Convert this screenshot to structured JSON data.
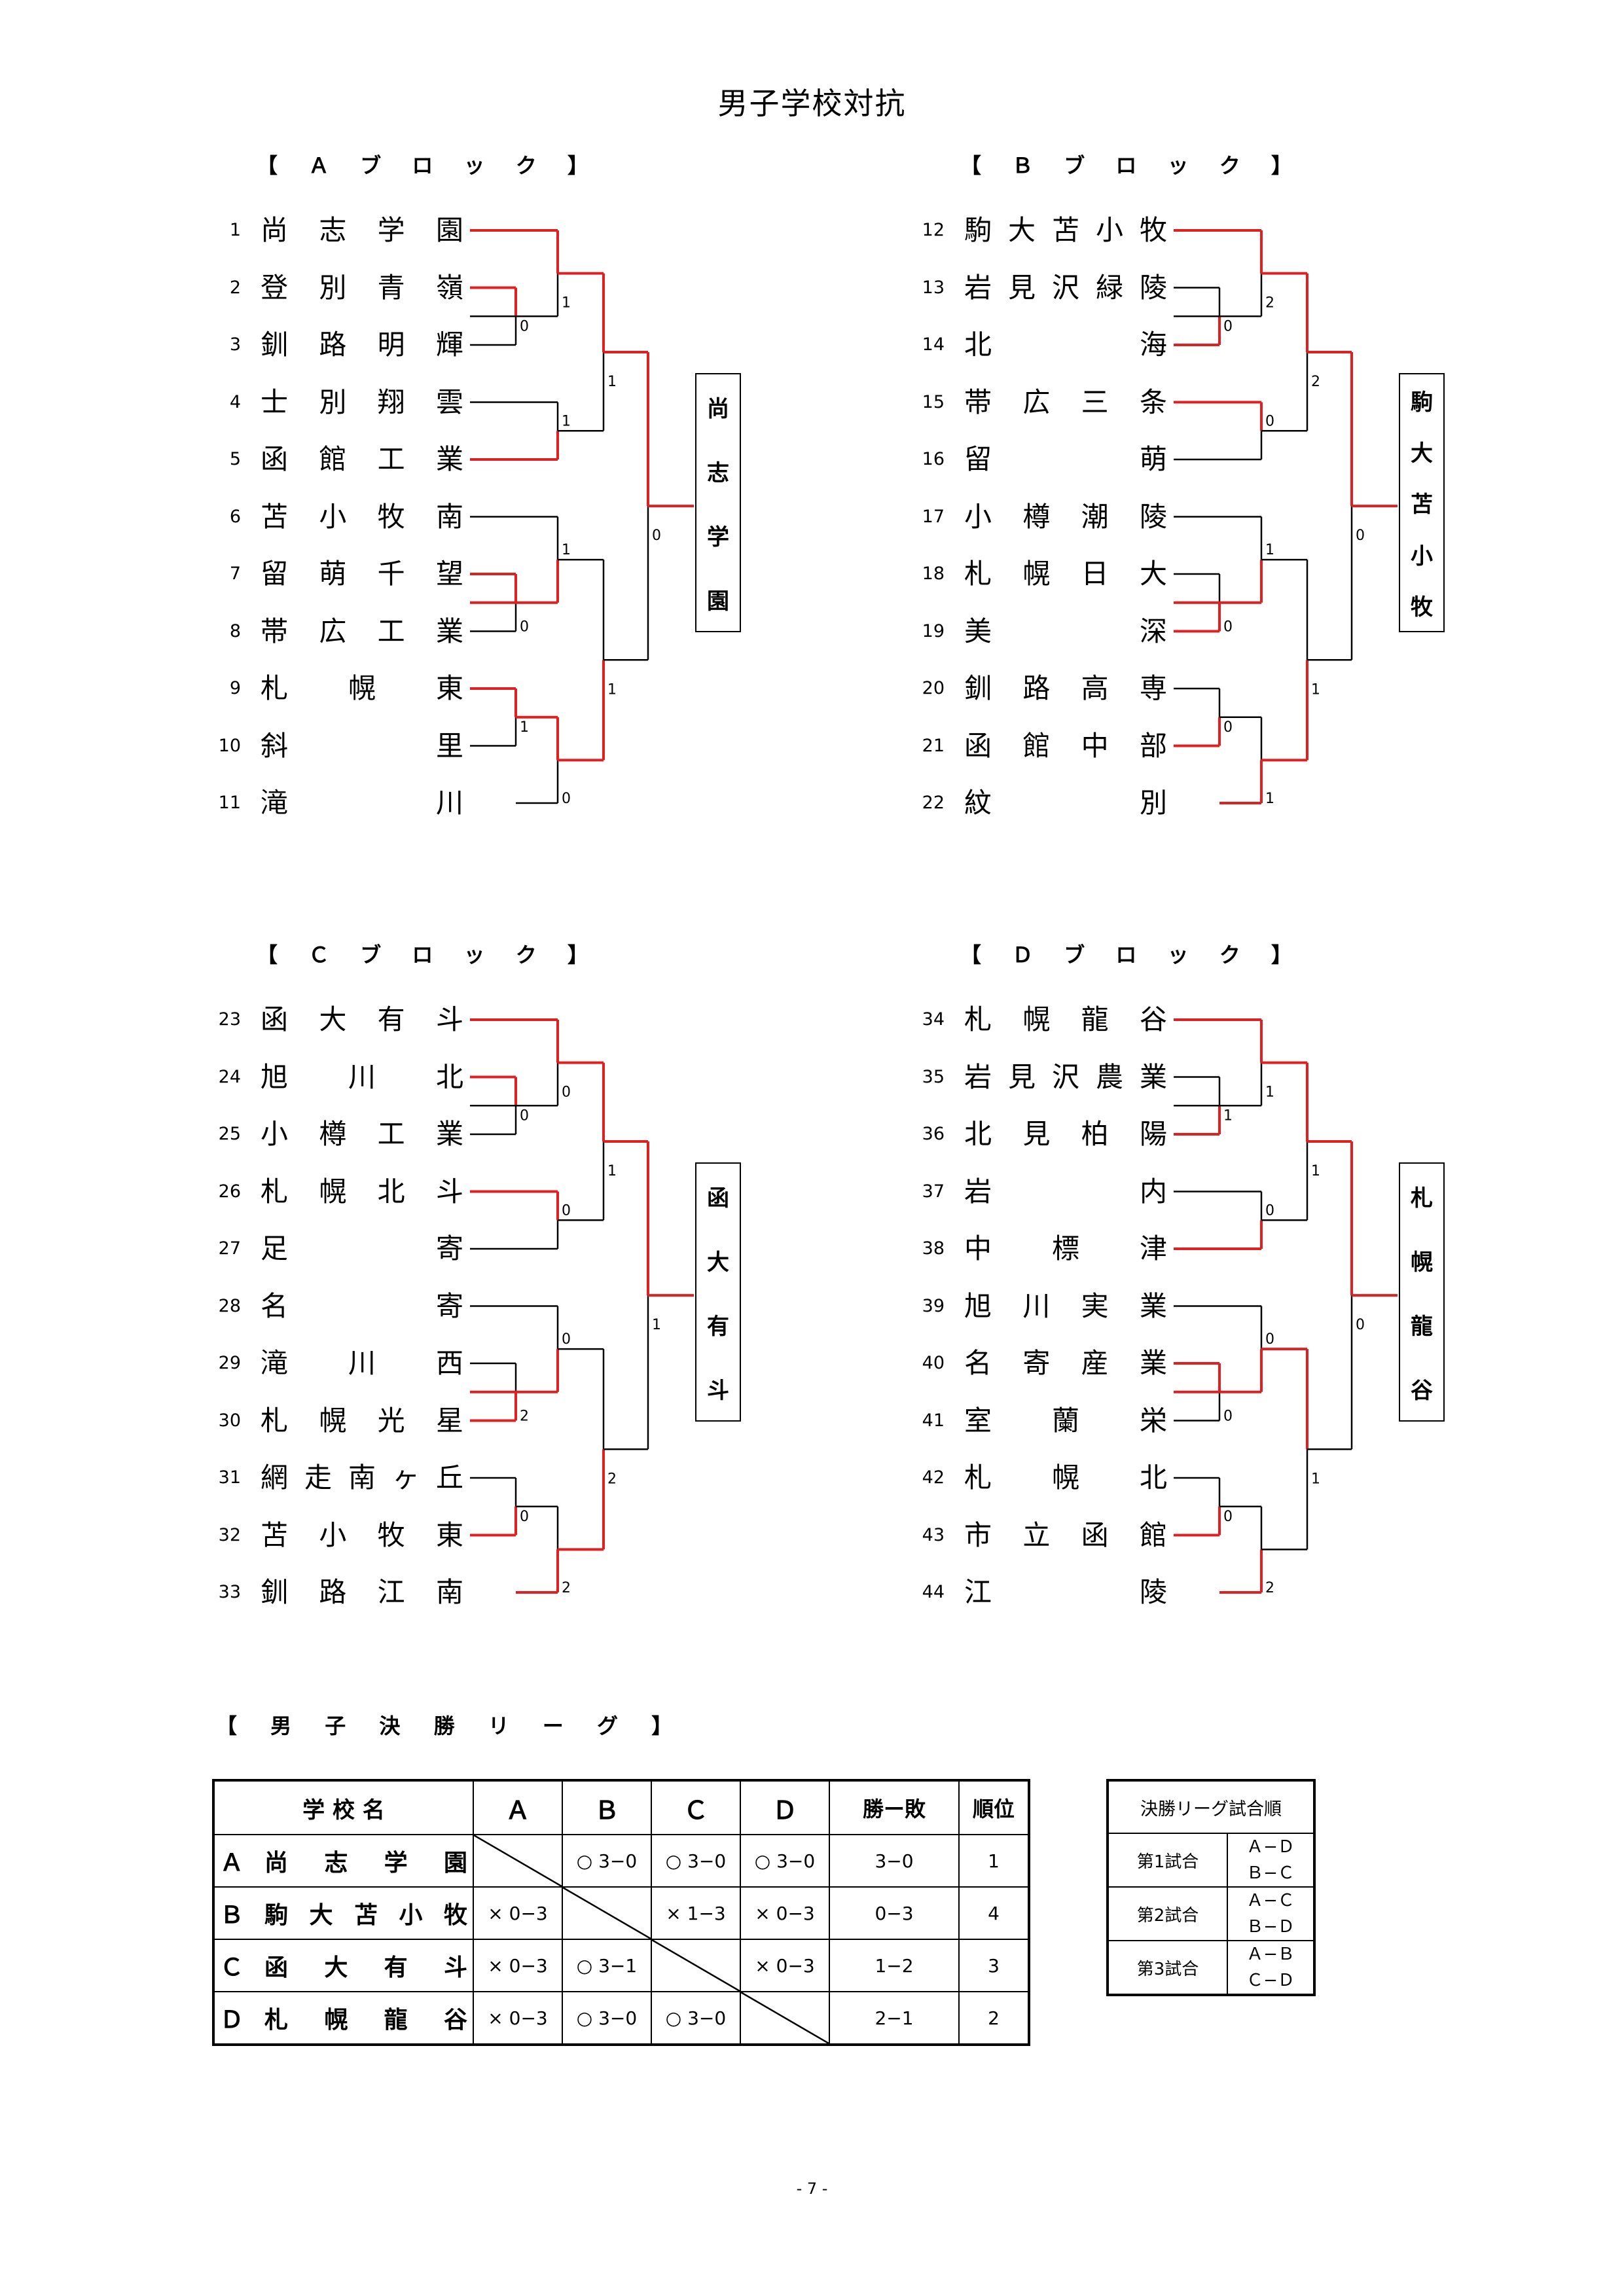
{
  "title": "男子学校対抗",
  "blocks": [
    {
      "label": "【 Ａ ブ ロ ッ ク 】",
      "teams": [
        {
          "num": "1",
          "name": "尚志学園"
        },
        {
          "num": "2",
          "name": "登別青嶺"
        },
        {
          "num": "3",
          "name": "釧路明輝"
        },
        {
          "num": "4",
          "name": "士別翔雲"
        },
        {
          "num": "5",
          "name": "函館工業"
        },
        {
          "num": "6",
          "name": "苫小牧南"
        },
        {
          "num": "7",
          "name": "留萌千望"
        },
        {
          "num": "8",
          "name": "帯広工業"
        },
        {
          "num": "9",
          "name": "札幌東"
        },
        {
          "num": "10",
          "name": "斜里"
        },
        {
          "num": "11",
          "name": "滝川"
        }
      ],
      "scores": [
        "0",
        "1",
        "1",
        "0",
        "1",
        "1",
        "0",
        "1",
        "1",
        "0"
      ],
      "winner": "尚志学園"
    },
    {
      "label": "【 Ｂ ブ ロ ッ ク 】",
      "teams": [
        {
          "num": "12",
          "name": "駒大苫小牧"
        },
        {
          "num": "13",
          "name": "岩見沢緑陵"
        },
        {
          "num": "14",
          "name": "北海"
        },
        {
          "num": "15",
          "name": "帯広三条"
        },
        {
          "num": "16",
          "name": "留萌"
        },
        {
          "num": "17",
          "name": "小樽潮陵"
        },
        {
          "num": "18",
          "name": "札幌日大"
        },
        {
          "num": "19",
          "name": "美深"
        },
        {
          "num": "20",
          "name": "釧路高専"
        },
        {
          "num": "21",
          "name": "函館中部"
        },
        {
          "num": "22",
          "name": "紋別"
        }
      ],
      "scores": [
        "0",
        "0",
        "2",
        "0",
        "1",
        "0",
        "1",
        "2",
        "1",
        "0"
      ],
      "winner": "駒大苫小牧"
    },
    {
      "label": "【 Ｃ ブ ロ ッ ク 】",
      "teams": [
        {
          "num": "23",
          "name": "函大有斗"
        },
        {
          "num": "24",
          "name": "旭川北"
        },
        {
          "num": "25",
          "name": "小樽工業"
        },
        {
          "num": "26",
          "name": "札幌北斗"
        },
        {
          "num": "27",
          "name": "足寄"
        },
        {
          "num": "28",
          "name": "名寄"
        },
        {
          "num": "29",
          "name": "滝川西"
        },
        {
          "num": "30",
          "name": "札幌光星"
        },
        {
          "num": "31",
          "name": "網走南ヶ丘"
        },
        {
          "num": "32",
          "name": "苫小牧東"
        },
        {
          "num": "33",
          "name": "釧路江南"
        }
      ],
      "scores": [
        "0",
        "0",
        "0",
        "2",
        "0",
        "0",
        "2",
        "1",
        "2",
        "1"
      ],
      "winner": "函大有斗"
    },
    {
      "label": "【 Ｄ ブ ロ ッ ク 】",
      "teams": [
        {
          "num": "34",
          "name": "札幌龍谷"
        },
        {
          "num": "35",
          "name": "岩見沢農業"
        },
        {
          "num": "36",
          "name": "北見柏陽"
        },
        {
          "num": "37",
          "name": "岩内"
        },
        {
          "num": "38",
          "name": "中標津"
        },
        {
          "num": "39",
          "name": "旭川実業"
        },
        {
          "num": "40",
          "name": "名寄産業"
        },
        {
          "num": "41",
          "name": "室蘭栄"
        },
        {
          "num": "42",
          "name": "札幌北"
        },
        {
          "num": "43",
          "name": "市立函館"
        },
        {
          "num": "44",
          "name": "江陵"
        }
      ],
      "scores": [
        "1",
        "0",
        "1",
        "0",
        "0",
        "0",
        "2",
        "1",
        "1",
        "0"
      ],
      "winner": "札幌龍谷"
    }
  ],
  "league": {
    "title": "【 男 子 決 勝 リ ー グ 】",
    "headers": {
      "school": "学 校 名",
      "a": "Ａ",
      "b": "Ｂ",
      "c": "Ｃ",
      "d": "Ｄ",
      "record": "勝ー敗",
      "rank": "順位"
    },
    "rows": [
      {
        "letter": "Ａ",
        "name": "尚志学園",
        "results": [
          "",
          "○ 3−0",
          "○ 3−0",
          "○ 3−0"
        ],
        "record": "3−0",
        "rank": "1"
      },
      {
        "letter": "Ｂ",
        "name": "駒大苫小牧",
        "results": [
          "× 0−3",
          "",
          "× 1−3",
          "× 0−3"
        ],
        "record": "0−3",
        "rank": "4"
      },
      {
        "letter": "Ｃ",
        "name": "函大有斗",
        "results": [
          "× 0−3",
          "○ 3−1",
          "",
          "× 0−3"
        ],
        "record": "1−2",
        "rank": "3"
      },
      {
        "letter": "Ｄ",
        "name": "札幌龍谷",
        "results": [
          "× 0−3",
          "○ 3−0",
          "○ 3−0",
          ""
        ],
        "record": "2−1",
        "rank": "2"
      }
    ]
  },
  "order": {
    "title": "決勝リーグ試合順",
    "games": [
      {
        "label": "第1試合",
        "m1": "Ａ−Ｄ",
        "m2": "Ｂ−Ｃ"
      },
      {
        "label": "第2試合",
        "m1": "Ａ−Ｃ",
        "m2": "Ｂ−Ｄ"
      },
      {
        "label": "第3試合",
        "m1": "Ａ−Ｂ",
        "m2": "Ｃ−Ｄ"
      }
    ]
  },
  "page_number": "- 7 -",
  "colors": {
    "win_line": "#e02020",
    "line": "#000000"
  }
}
